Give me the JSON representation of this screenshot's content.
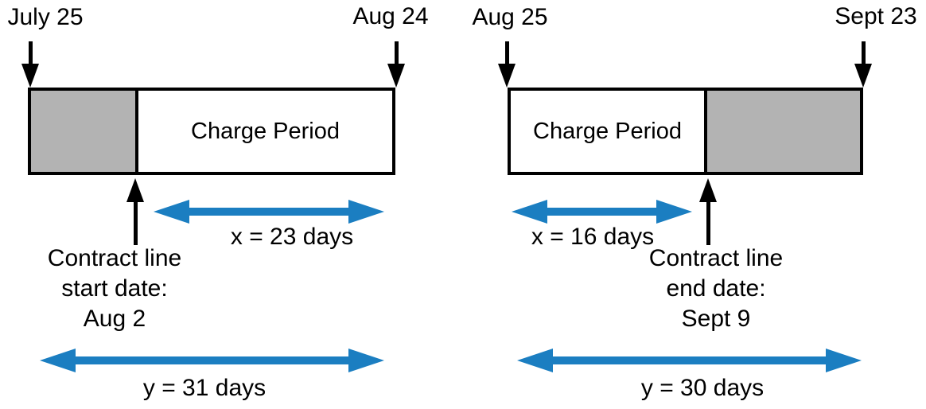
{
  "colors": {
    "arrow_blue": "#1b7ec1",
    "bar_gray": "#b3b3b3",
    "ink": "#000000"
  },
  "diagrams": [
    {
      "period_start": "July 25",
      "period_end": "Aug 24",
      "charge_period_label": "Charge Period",
      "note_line1": "Contract line",
      "note_line2": "start date:",
      "note_line3": "Aug 2",
      "x_span": "x = 23 days",
      "y_span": "y = 31 days"
    },
    {
      "period_start": "Aug 25",
      "period_end": "Sept 23",
      "charge_period_label": "Charge Period",
      "note_line1": "Contract line",
      "note_line2": "end date:",
      "note_line3": "Sept 9",
      "x_span": "x = 16 days",
      "y_span": "y = 30 days"
    }
  ]
}
